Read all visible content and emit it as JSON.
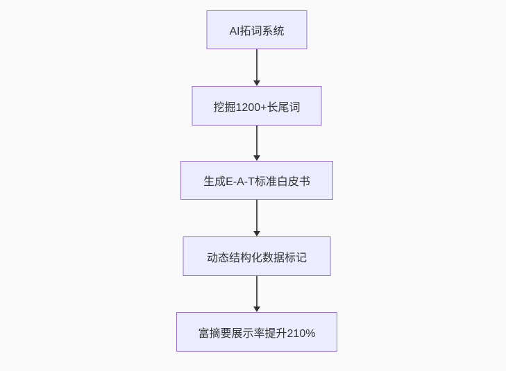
{
  "page": {
    "background": "#fafafa"
  },
  "flowchart": {
    "type": "flowchart",
    "direction": "top-down",
    "node_fill": "#ececff",
    "node_border": "#9370db",
    "text_color": "#333333",
    "edge_line_color": "#4d4d4d",
    "edge_head_color": "#333333",
    "nodes": [
      {
        "label": "AI拓词系统"
      },
      {
        "label": "挖掘1200+长尾词"
      },
      {
        "label": "生成E-A-T标准白皮书"
      },
      {
        "label": "动态结构化数据标记"
      },
      {
        "label": "富摘要展示率提升210%"
      }
    ],
    "edges": [
      {
        "from": 0,
        "to": 1,
        "arrow": "down"
      },
      {
        "from": 1,
        "to": 2,
        "arrow": "down"
      },
      {
        "from": 2,
        "to": 3,
        "arrow": "down"
      },
      {
        "from": 3,
        "to": 4,
        "arrow": "down"
      }
    ]
  }
}
